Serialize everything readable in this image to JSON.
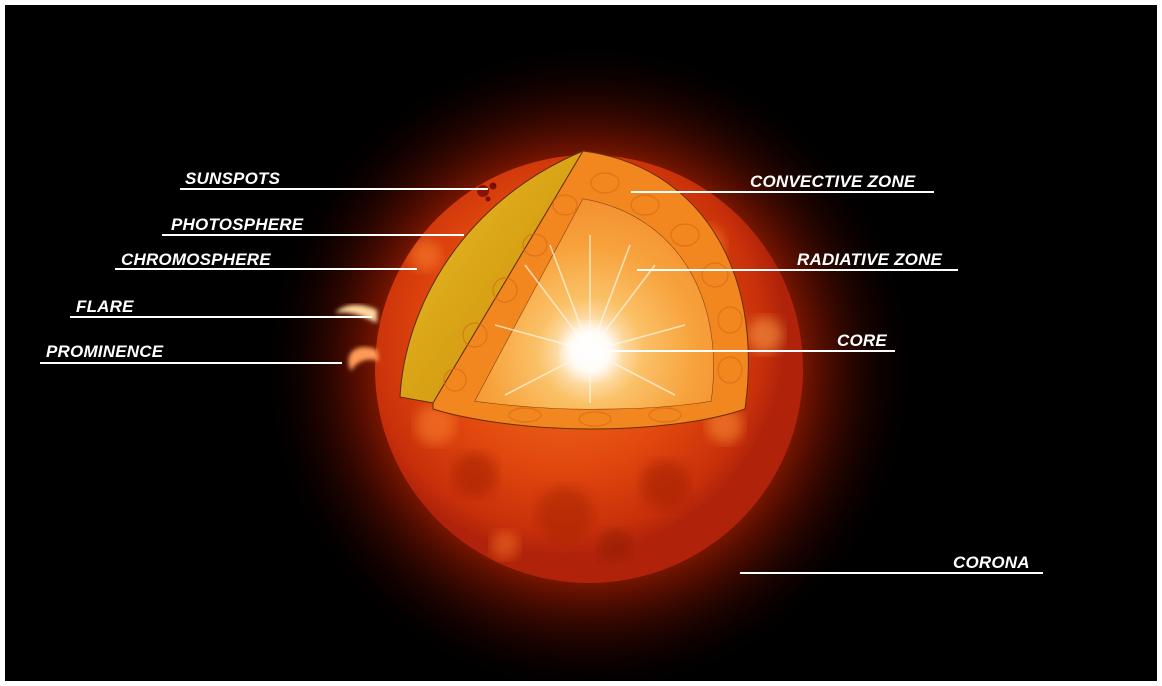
{
  "diagram": {
    "labels": {
      "sunspots": "SUNSPOTS",
      "photosphere": "PHOTOSPHERE",
      "chromosphere": "CHROMOSPHERE",
      "flare": "FLARE",
      "prominence": "PROMINENCE",
      "convective_zone": "CONVECTIVE ZONE",
      "radiative_zone": "RADIATIVE ZONE",
      "core": "CORE",
      "corona": "CORONA"
    },
    "colors": {
      "background": "#000000",
      "surface": "#e2480e",
      "corona_glow": "#b81d00",
      "photosphere_layer": "#e0b21c",
      "convective_layer": "#f2861f",
      "radiative_layer": "#f6a23a",
      "core": "#fff6e6",
      "label_text": "#ffffff"
    }
  }
}
